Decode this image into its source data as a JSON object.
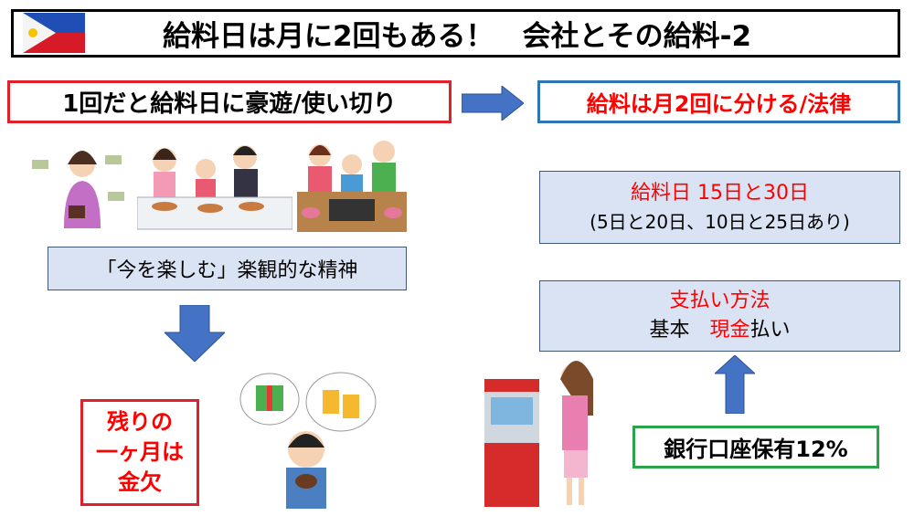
{
  "title": "給料日は月に2回もある！　会社とその給料-2",
  "flag_icon": "philippines-flag-icon",
  "problem_box": "1回だと給料日に豪遊/使い切り",
  "law_box": "給料は月2回に分ける/法律",
  "mindset_box": "「今を楽しむ」楽観的な精神",
  "broke_box": [
    "残りの",
    "一ヶ月は",
    "金欠"
  ],
  "payday_box": {
    "heading": "給料日 15日と30日",
    "detail": "(5日と20日、10日と25日あり)"
  },
  "method_box": {
    "heading": "支払い方法",
    "prefix": "基本　",
    "highlight": "現金",
    "suffix": "払い"
  },
  "bank_box": "銀行口座保有12%",
  "colors": {
    "red": "#ff0000",
    "arrow_blue": "#4472c4",
    "box_fill": "#dae3f3",
    "green": "#2aa34a"
  }
}
